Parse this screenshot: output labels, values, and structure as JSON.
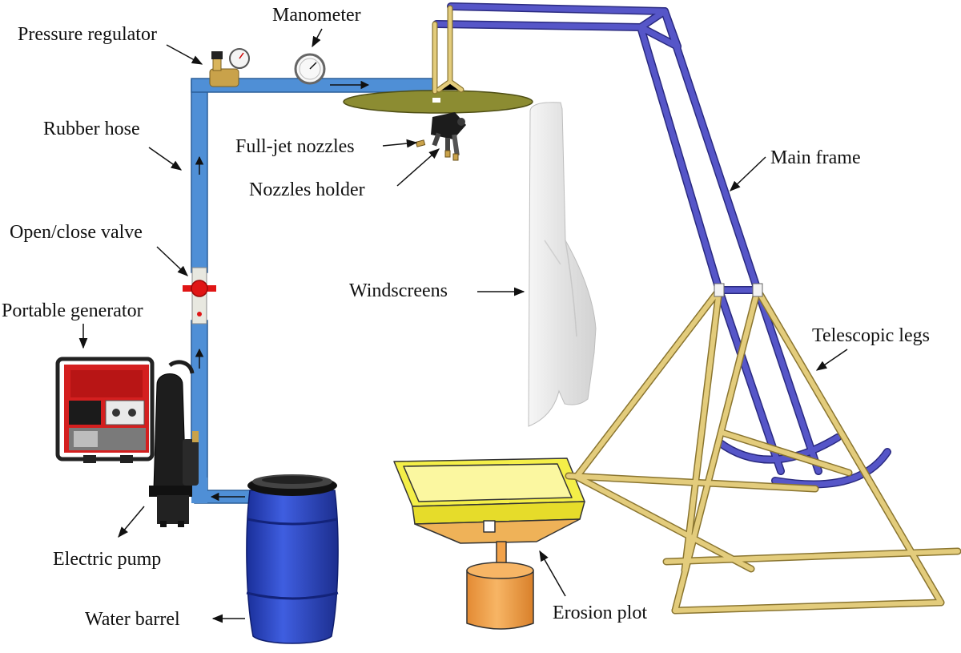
{
  "labels": {
    "manometer": "Manometer",
    "pressure_regulator": "Pressure regulator",
    "rubber_hose": "Rubber hose",
    "full_jet_nozzles": "Full-jet nozzles",
    "nozzles_holder": "Nozzles holder",
    "main_frame": "Main frame",
    "open_close_valve": "Open/close valve",
    "portable_generator": "Portable generator",
    "windscreens": "Windscreens",
    "telescopic_legs": "Telescopic legs",
    "electric_pump": "Electric pump",
    "water_barrel": "Water barrel",
    "erosion_plot": "Erosion plot"
  },
  "colors": {
    "hose": "#4f8fd6",
    "hose_edge": "#2b5f99",
    "main_frame": "#5656c8",
    "main_frame_edge": "#2a2a80",
    "legs": "#e3cc7c",
    "legs_edge": "#8a7530",
    "valve": "#e01515",
    "generator": "#d41f1f",
    "barrel": "#2743c7",
    "erosion_tray": "#f4ef48",
    "erosion_funnel": "#efb258",
    "erosion_cylinder": "#f2a24a",
    "nozzle_disk": "#8c8c32",
    "windscreen": "#ededed"
  }
}
